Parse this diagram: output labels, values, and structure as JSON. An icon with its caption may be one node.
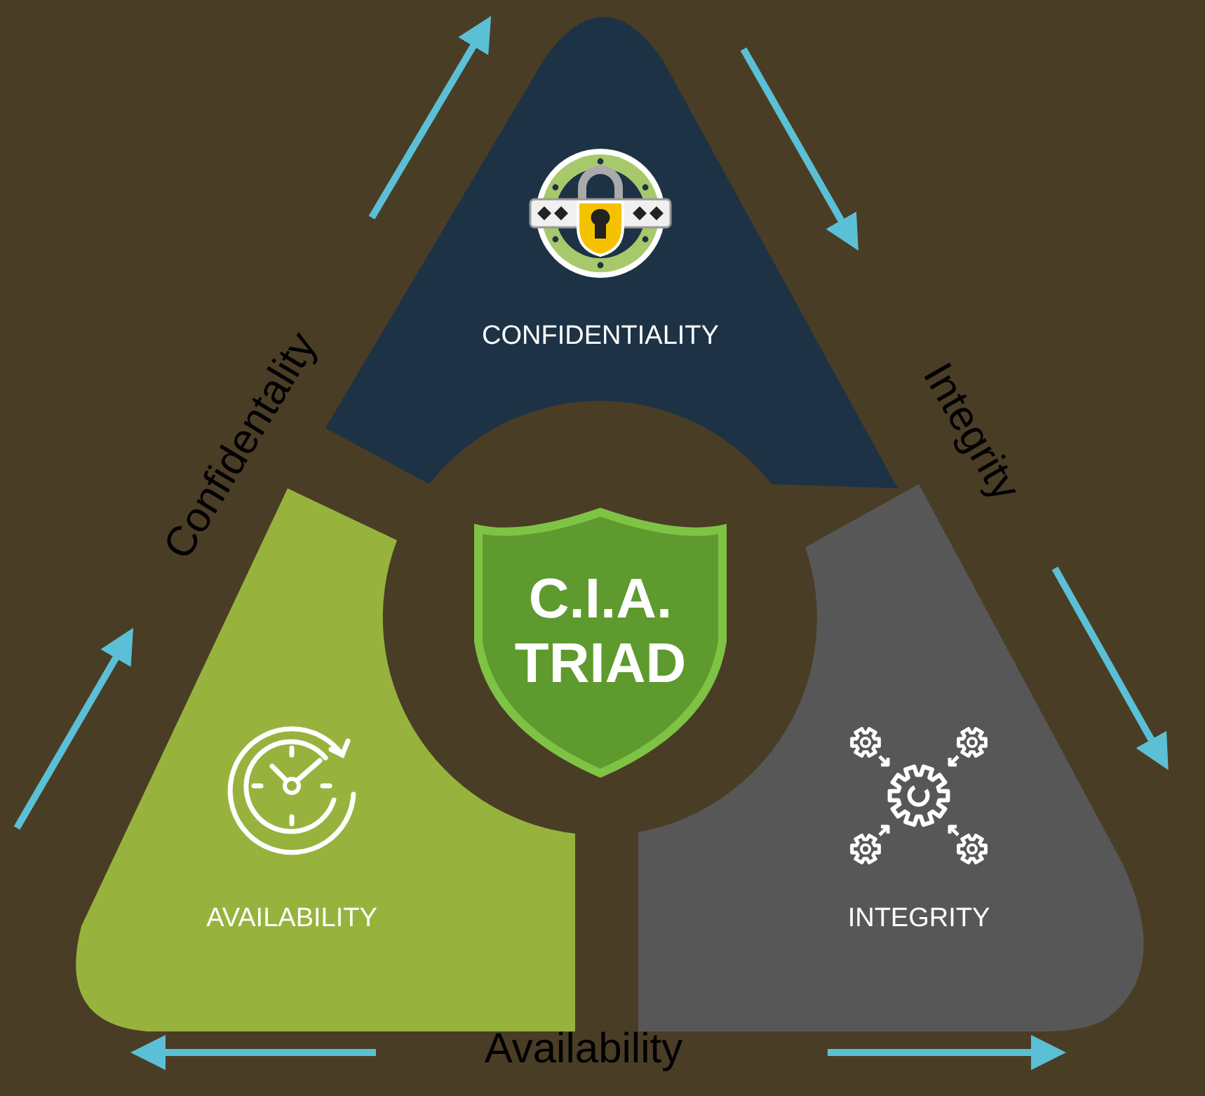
{
  "diagram": {
    "nodes": [
      {
        "text": [
          "CONFIDENTIALITY"
        ]
      },
      {
        "text": [
          "C.I.A. TRIAD"
        ]
      },
      {
        "text": [
          "AVAILABILITY"
        ]
      },
      {
        "text": [
          "INTEGRITY"
        ]
      }
    ],
    "labels": [
      "Confidentality",
      "Integrity",
      "Availability"
    ]
  }
}
